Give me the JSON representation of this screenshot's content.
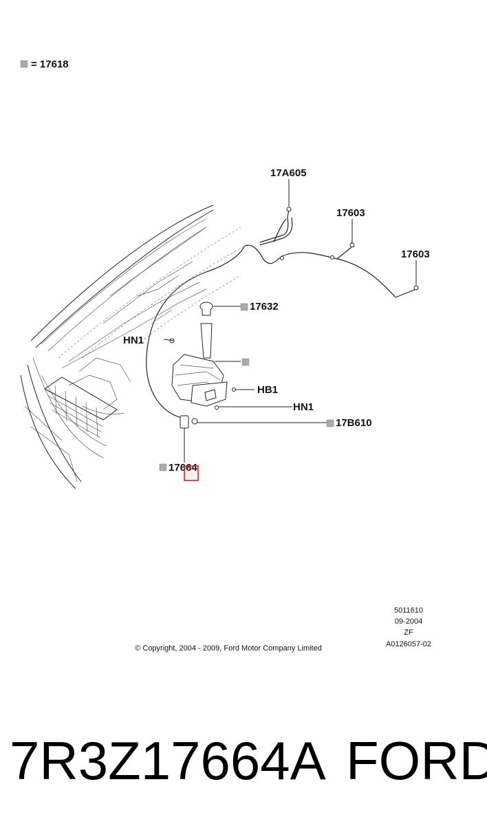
{
  "legend": {
    "text": "= 17618"
  },
  "callouts": {
    "washer_hose": "17A605",
    "nozzle_right": "17603",
    "nozzle_left": "17603",
    "filler_cap": "17632",
    "pin_left": "HN1",
    "clip": "HB1",
    "pin_right": "HN1",
    "pump_connector": "17B610",
    "washer_pump": "17664"
  },
  "reference": {
    "line1": "5011610",
    "line2": "09-2004",
    "line3": "ZF",
    "line4": "A0126057-02"
  },
  "copyright": "© Copyright, 2004 - 2009, Ford Motor Company Limited",
  "footer": {
    "part_number": "7R3Z17664A",
    "brand": "FORD"
  },
  "colors": {
    "highlight": "#dd2222"
  }
}
